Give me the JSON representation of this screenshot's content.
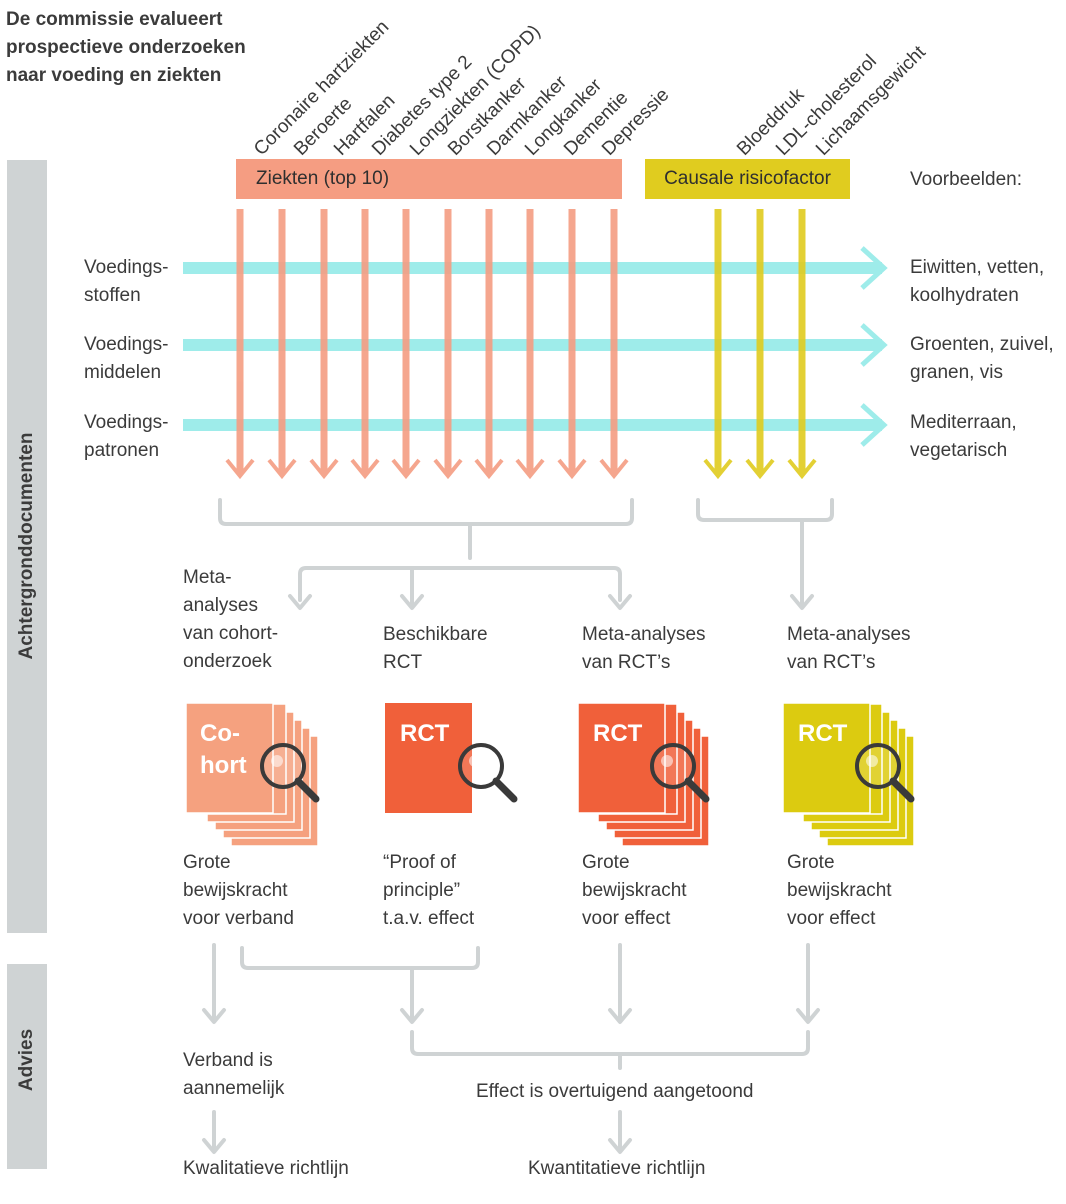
{
  "title": [
    "De commissie evalueert",
    "prospectieve onderzoeken",
    "naar voeding en ziekten"
  ],
  "colors": {
    "disease": "#f59d82",
    "risk": "#e0cc1f",
    "food_arrow": "#9eecea",
    "connector": "#cfd3d4",
    "sidebar": "#cfd3d4",
    "cohort_doc": "#f5a17f",
    "rct_doc": "#f0603a",
    "rct_yellow_doc": "#dccb10"
  },
  "header": {
    "diseases_label": "Ziekten (top 10)",
    "risk_label": "Causale risicofactor",
    "examples_label": "Voorbeelden:"
  },
  "diseases": [
    "Coronaire hartziekten",
    "Beroerte",
    "Hartfalen",
    "Diabetes type 2",
    "Longziekten (COPD)",
    "Borstkanker",
    "Darmkanker",
    "Longkanker",
    "Dementie",
    "Depressie"
  ],
  "risk_factors": [
    "Bloeddruk",
    "LDL-cholesterol",
    "Lichaamsgewicht"
  ],
  "rows": [
    {
      "label": [
        "Voedings-",
        "stoffen"
      ],
      "example": [
        "Eiwitten, vetten,",
        "koolhydraten"
      ]
    },
    {
      "label": [
        "Voedings-",
        "middelen"
      ],
      "example": [
        "Groenten, zuivel,",
        "granen, vis"
      ]
    },
    {
      "label": [
        "Voedings-",
        "patronen"
      ],
      "example": [
        "Mediterraan,",
        "vegetarisch"
      ]
    }
  ],
  "sidebar": {
    "background_label": "Achtergronddocumenten",
    "advice_label": "Advies"
  },
  "studies": [
    {
      "label": [
        "Meta-",
        "analyses",
        "van cohort-",
        "onderzoek"
      ],
      "doc_title": [
        "Co-",
        "hort"
      ],
      "conclusion": [
        "Grote",
        "bewijskracht",
        "voor verband"
      ]
    },
    {
      "label": [
        "Beschikbare",
        "RCT"
      ],
      "doc_title": [
        "RCT"
      ],
      "conclusion": [
        "“Proof of",
        "principle”",
        "t.a.v. effect"
      ]
    },
    {
      "label": [
        "Meta-analyses",
        "van RCT’s"
      ],
      "doc_title": [
        "RCT"
      ],
      "conclusion": [
        "Grote",
        "bewijskracht",
        "voor effect"
      ]
    },
    {
      "label": [
        "Meta-analyses",
        "van RCT’s"
      ],
      "doc_title": [
        "RCT"
      ],
      "conclusion": [
        "Grote",
        "bewijskracht",
        "voor effect"
      ]
    }
  ],
  "advice": {
    "association": [
      "Verband is",
      "aannemelijk"
    ],
    "effect": "Effect is overtuigend aangetoond",
    "qualitative": "Kwalitatieve richtlijn",
    "quantitative": "Kwantitatieve richtlijn"
  }
}
